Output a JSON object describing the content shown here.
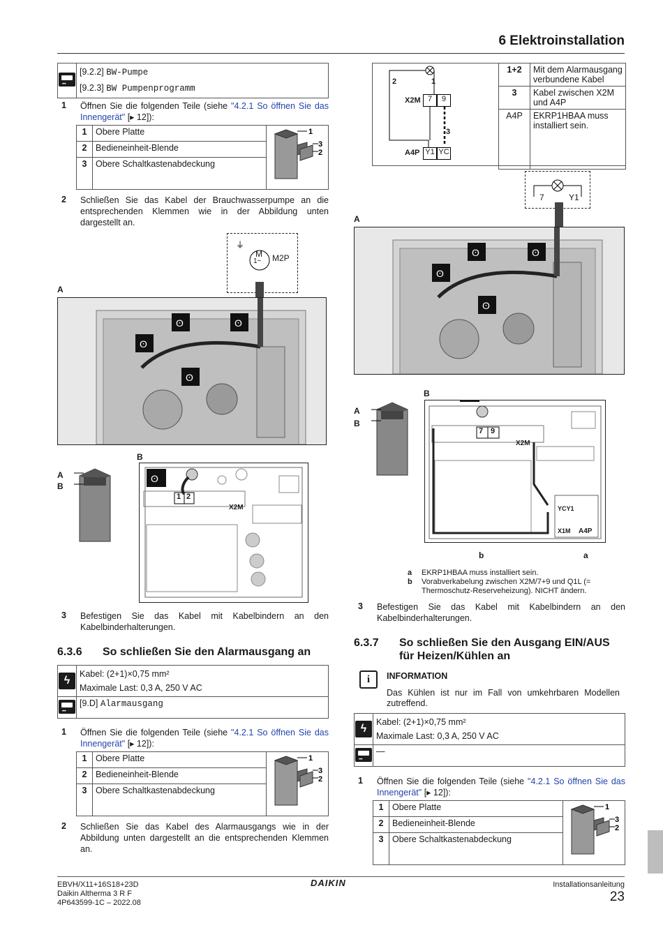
{
  "header": {
    "section_title": "6 Elektroinstallation"
  },
  "parts": [
    {
      "n": "1",
      "label": "Obere Platte"
    },
    {
      "n": "2",
      "label": "Bedieneinheit-Blende"
    },
    {
      "n": "3",
      "label": "Obere Schaltkastenabdeckung"
    }
  ],
  "left": {
    "ui_codes": [
      {
        "code": "[9.2.2]",
        "name": "BW-Pumpe"
      },
      {
        "code": "[9.2.3]",
        "name": "BW Pumpenprogramm"
      }
    ],
    "step1": {
      "num": "1",
      "pre": "Öffnen Sie die folgenden Teile (siehe ",
      "link": "\"4.2.1 So öffnen Sie das Innengerät\"",
      "post": " [▸ 12]):"
    },
    "step2": {
      "num": "2",
      "text": "Schließen Sie das Kabel der Brauchwasserpumpe an die entsprechenden Klemmen wie in der Abbildung unten dargestellt an."
    },
    "fig_label_A": "A",
    "fig_label_B": "B",
    "motor_label": "M2P",
    "motor_symbol": "M",
    "motor_sub": "1~",
    "terminal_1": "1",
    "terminal_2": "2",
    "x2m": "X2M",
    "step3": {
      "num": "3",
      "text": "Befestigen Sie das Kabel mit Kabelbindern an den Kabelbinderhalterungen."
    },
    "section_636": {
      "num": "6.3.6",
      "title": "So schließen Sie den Alarmausgang an"
    },
    "cable": "Kabel: (2+1)×0,75 mm²",
    "max_load": "Maximale Last: 0,3 A, 250 V AC",
    "ui_code_alarm": {
      "code": "[9.D]",
      "name": "Alarmausgang"
    },
    "step1b": {
      "num": "1",
      "pre": "Öffnen Sie die folgenden Teile (siehe ",
      "link": "\"4.2.1 So öffnen Sie das Innengerät\"",
      "post": " [▸ 12]):"
    },
    "step2b": {
      "num": "2",
      "text": "Schließen Sie das Kabel des Alarmausgangs wie in der Abbildung unten dargestellt an die entsprechenden Klemmen an."
    }
  },
  "right": {
    "wiring_table": [
      {
        "key": "1+2",
        "text": "Mit dem Alarmausgang verbundene Kabel"
      },
      {
        "key": "3",
        "text": "Kabel zwischen X2M und A4P"
      },
      {
        "key": "A4P",
        "text": "EKRP1HBAA muss installiert sein."
      }
    ],
    "schem": {
      "l2": "2",
      "l1": "1",
      "x2m": "X2M",
      "t7": "7",
      "t9": "9",
      "l3": "3",
      "a4p": "A4P",
      "y1": "Y1",
      "yc": "YC"
    },
    "fig_label_A": "A",
    "fig_label_B": "B",
    "conn_7": "7",
    "conn_y1": "Y1",
    "x2m": "X2M",
    "a4p": "A4P",
    "ycy1": "YCY1",
    "x1m": "X1M",
    "label_b": "b",
    "label_a": "a",
    "legend": [
      {
        "k": "a",
        "t": "EKRP1HBAA muss installiert sein."
      },
      {
        "k": "b",
        "t": "Vorabverkabelung zwischen X2M/7+9 und Q1L (= Thermoschutz-Reserveheizung). NICHT ändern."
      }
    ],
    "step3": {
      "num": "3",
      "text": "Befestigen Sie das Kabel mit Kabelbindern an den Kabelbinderhalterungen."
    },
    "section_637": {
      "num": "6.3.7",
      "title": "So schließen Sie den Ausgang EIN/AUS für Heizen/Kühlen an"
    },
    "info_title": "INFORMATION",
    "info_text": "Das Kühlen ist nur im Fall von umkehrbaren Modellen zutreffend.",
    "cable": "Kabel: (2+1)×0,75 mm²",
    "max_load": "Maximale Last: 0,3 A, 250 V AC",
    "ui_dash": "—",
    "step1": {
      "num": "1",
      "pre": "Öffnen Sie die folgenden Teile (siehe ",
      "link": "\"4.2.1 So öffnen Sie das Innengerät\"",
      "post": " [▸ 12]):"
    }
  },
  "footer": {
    "model": "EBVH/X11+16S18+23D",
    "product": "Daikin Altherma 3 R F",
    "doc": "4P643599-1C – 2022.08",
    "brand": "DAIKIN",
    "manual": "Installationsanleitung",
    "page": "23"
  }
}
